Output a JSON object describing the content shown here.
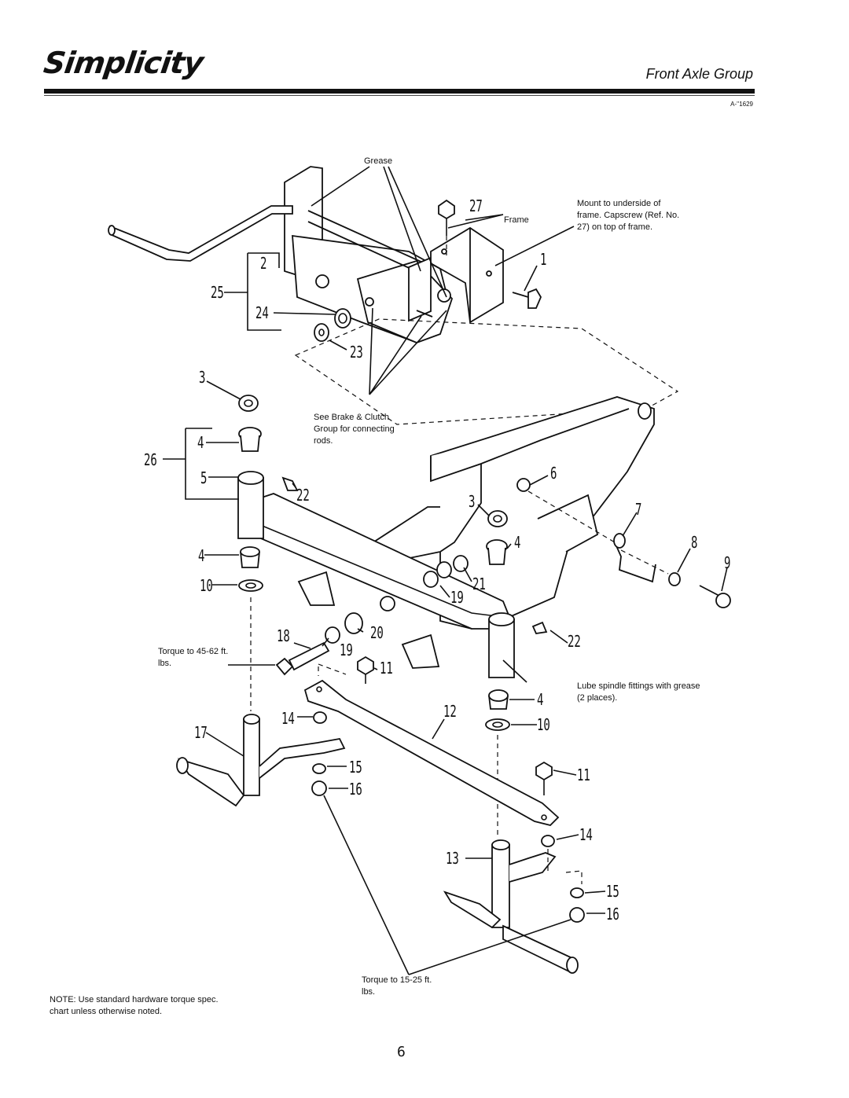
{
  "header": {
    "brand": "Simplicity",
    "title": "Front Axle Group",
    "ref_code": "A-''1629"
  },
  "labels": {
    "grease": "Grease",
    "frame": "Frame",
    "mount_note": "Mount to underside of frame. Capscrew (Ref. No. 27) on top of frame.",
    "brake_note": "See Brake & Clutch Group for connecting rods.",
    "torque_upper": "Torque to 45-62 ft. lbs.",
    "lube_note": "Lube spindle fittings with grease (2 places).",
    "torque_lower": "Torque to 15-25 ft. lbs.",
    "footer_note": "NOTE: Use standard hardware torque spec. chart unless otherwise noted.",
    "page_number": "6"
  },
  "callouts": [
    "27",
    "1",
    "2",
    "25",
    "24",
    "23",
    "3",
    "26",
    "4",
    "5",
    "22",
    "6",
    "3",
    "4",
    "7",
    "8",
    "9",
    "4",
    "10",
    "21",
    "19",
    "18",
    "20",
    "19",
    "11",
    "22",
    "4",
    "10",
    "12",
    "14",
    "17",
    "15",
    "16",
    "11",
    "14",
    "13",
    "15",
    "16"
  ]
}
